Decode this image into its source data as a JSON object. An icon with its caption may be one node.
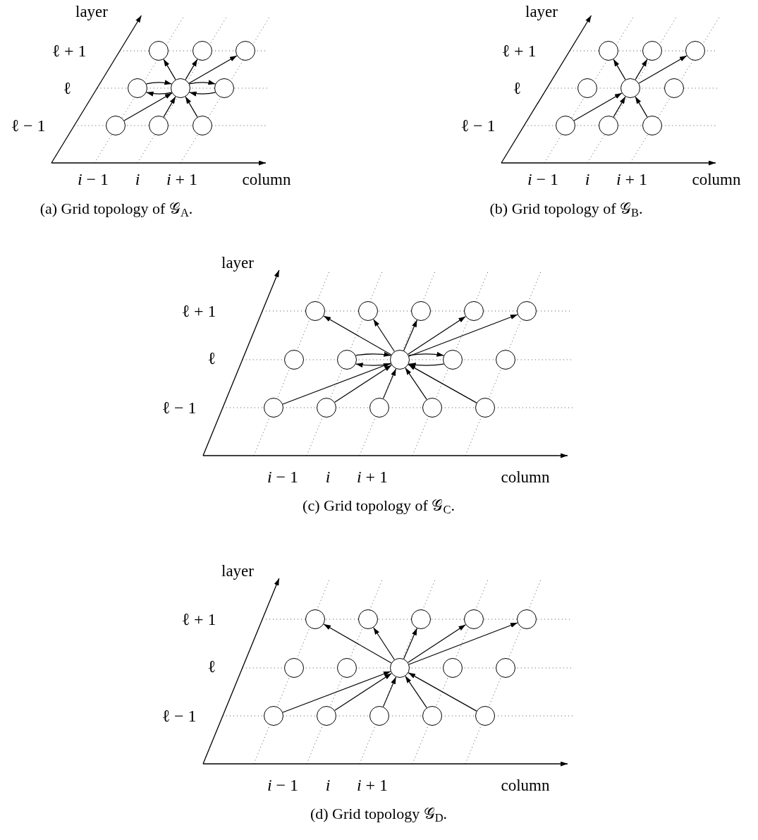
{
  "diagram": {
    "nodes": [
      {
        "text": [],
        "shape": "circle"
      },
      {
        "text": [],
        "shape": "circle"
      },
      {
        "text": [],
        "shape": "circle"
      },
      {
        "text": [],
        "shape": "circle"
      },
      {
        "text": [],
        "shape": "circle"
      },
      {
        "text": [],
        "shape": "circle"
      },
      {
        "text": [],
        "shape": "circle"
      },
      {
        "text": [],
        "shape": "circle"
      },
      {
        "text": [],
        "shape": "circle"
      },
      {
        "text": [],
        "shape": "circle"
      },
      {
        "text": [],
        "shape": "circle"
      },
      {
        "text": [],
        "shape": "circle"
      },
      {
        "text": [],
        "shape": "circle"
      },
      {
        "text": [],
        "shape": "circle"
      },
      {
        "text": [],
        "shape": "circle"
      },
      {
        "text": [],
        "shape": "circle"
      },
      {
        "text": [],
        "shape": "circle"
      },
      {
        "text": [],
        "shape": "circle"
      },
      {
        "text": [],
        "shape": "circle"
      },
      {
        "text": [],
        "shape": "circle"
      },
      {
        "text": [],
        "shape": "circle"
      },
      {
        "text": [],
        "shape": "circle"
      },
      {
        "text": [],
        "shape": "circle"
      },
      {
        "text": [],
        "shape": "circle"
      },
      {
        "text": [],
        "shape": "circle"
      },
      {
        "text": [],
        "shape": "circle"
      },
      {
        "text": [],
        "shape": "circle"
      },
      {
        "text": [],
        "shape": "circle"
      },
      {
        "text": [],
        "shape": "circle"
      },
      {
        "text": [],
        "shape": "circle"
      },
      {
        "text": [],
        "shape": "circle"
      },
      {
        "text": [],
        "shape": "circle"
      },
      {
        "text": [],
        "shape": "circle"
      },
      {
        "text": [],
        "shape": "circle"
      },
      {
        "text": [],
        "shape": "circle"
      },
      {
        "text": [],
        "shape": "circle"
      },
      {
        "text": [],
        "shape": "circle"
      },
      {
        "text": [],
        "shape": "circle"
      },
      {
        "text": [],
        "shape": "circle"
      },
      {
        "text": [],
        "shape": "circle"
      },
      {
        "text": [],
        "shape": "circle"
      },
      {
        "text": [],
        "shape": "circle"
      },
      {
        "text": [],
        "shape": "circle"
      },
      {
        "text": [],
        "shape": "circle"
      },
      {
        "text": [],
        "shape": "circle"
      },
      {
        "text": [],
        "shape": "circle"
      },
      {
        "text": [],
        "shape": "circle"
      },
      {
        "text": [],
        "shape": "circle"
      }
    ],
    "edges": [
      {
        "from": 4,
        "to": 0,
        "arrow": "to"
      },
      {
        "from": 4,
        "to": 1,
        "arrow": "to"
      },
      {
        "from": 4,
        "to": 2,
        "arrow": "to"
      },
      {
        "from": 3,
        "to": 4,
        "arrow": "to"
      },
      {
        "from": 4,
        "to": 3,
        "arrow": "to"
      },
      {
        "from": 4,
        "to": 5,
        "arrow": "to"
      },
      {
        "from": 5,
        "to": 4,
        "arrow": "to"
      },
      {
        "from": 6,
        "to": 4,
        "arrow": "to"
      },
      {
        "from": 7,
        "to": 4,
        "arrow": "to"
      },
      {
        "from": 8,
        "to": 4,
        "arrow": "to"
      },
      {
        "from": 13,
        "to": 9,
        "arrow": "to"
      },
      {
        "from": 13,
        "to": 10,
        "arrow": "to"
      },
      {
        "from": 13,
        "to": 11,
        "arrow": "to"
      },
      {
        "from": 15,
        "to": 13,
        "arrow": "to"
      },
      {
        "from": 16,
        "to": 13,
        "arrow": "to"
      },
      {
        "from": 17,
        "to": 13,
        "arrow": "to"
      },
      {
        "from": 25,
        "to": 18,
        "arrow": "to"
      },
      {
        "from": 25,
        "to": 19,
        "arrow": "to"
      },
      {
        "from": 25,
        "to": 20,
        "arrow": "to"
      },
      {
        "from": 25,
        "to": 21,
        "arrow": "to"
      },
      {
        "from": 25,
        "to": 22,
        "arrow": "to"
      },
      {
        "from": 24,
        "to": 25,
        "arrow": "to"
      },
      {
        "from": 25,
        "to": 24,
        "arrow": "to"
      },
      {
        "from": 25,
        "to": 26,
        "arrow": "to"
      },
      {
        "from": 26,
        "to": 25,
        "arrow": "to"
      },
      {
        "from": 28,
        "to": 25,
        "arrow": "to"
      },
      {
        "from": 29,
        "to": 25,
        "arrow": "to"
      },
      {
        "from": 30,
        "to": 25,
        "arrow": "to"
      },
      {
        "from": 31,
        "to": 25,
        "arrow": "to"
      },
      {
        "from": 32,
        "to": 25,
        "arrow": "to"
      },
      {
        "from": 40,
        "to": 33,
        "arrow": "to"
      },
      {
        "from": 40,
        "to": 34,
        "arrow": "to"
      },
      {
        "from": 40,
        "to": 35,
        "arrow": "to"
      },
      {
        "from": 40,
        "to": 36,
        "arrow": "to"
      },
      {
        "from": 40,
        "to": 37,
        "arrow": "to"
      },
      {
        "from": 43,
        "to": 40,
        "arrow": "to"
      },
      {
        "from": 44,
        "to": 40,
        "arrow": "to"
      },
      {
        "from": 45,
        "to": 40,
        "arrow": "to"
      },
      {
        "from": 46,
        "to": 40,
        "arrow": "to"
      },
      {
        "from": 47,
        "to": 40,
        "arrow": "to"
      }
    ],
    "labels": [
      "layer",
      "ℓ + 1",
      "ℓ",
      "ℓ − 1",
      "*i* − 1",
      "i",
      "*i* + 1",
      "column",
      "(a) Grid topology of 𝒢$_{A}$.",
      "layer",
      "ℓ + 1",
      "ℓ",
      "ℓ − 1",
      "*i* − 1",
      "i",
      "*i* + 1",
      "column",
      "(b) Grid topology of 𝒢$_{B}$.",
      "layer",
      "ℓ + 1",
      "ℓ",
      "ℓ − 1",
      "*i* − 1",
      "i",
      "*i* + 1",
      "column",
      "(c) Grid topology of 𝒢$_{C}$.",
      "layer",
      "ℓ + 1",
      "ℓ",
      "ℓ − 1",
      "*i* − 1",
      "i",
      "*i* + 1",
      "column",
      "(d) Grid topology 𝒢$_{D}$."
    ]
  }
}
